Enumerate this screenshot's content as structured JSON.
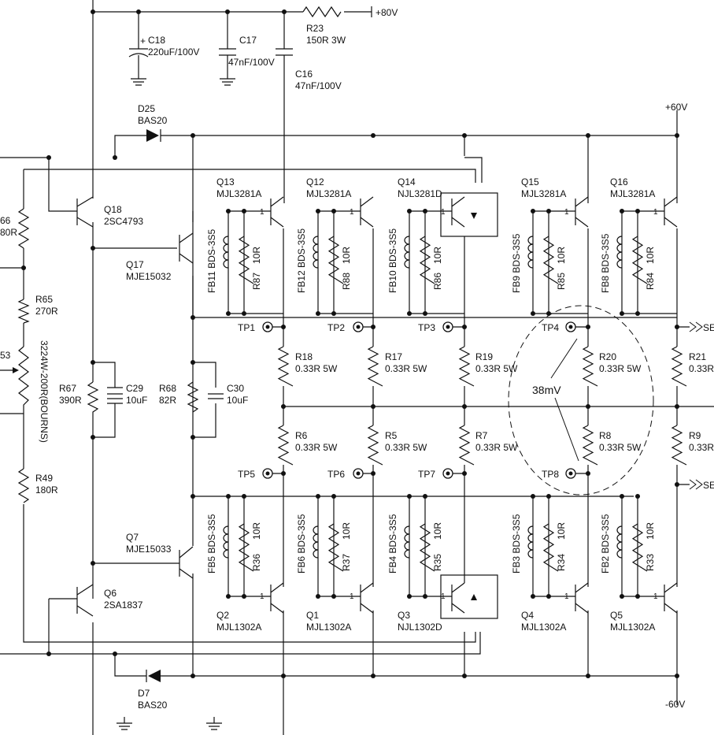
{
  "supplies": {
    "pos80": "+80V",
    "pos60": "+60V",
    "neg60": "-60V"
  },
  "capacitors": {
    "c18": {
      "ref": "C18",
      "value": "220uF/100V",
      "polarity": "+"
    },
    "c17": {
      "ref": "C17",
      "value": "47nF/100V"
    },
    "c16": {
      "ref": "C16",
      "value": "47nF/100V"
    },
    "c29": {
      "ref": "C29",
      "value": "10uF"
    },
    "c30": {
      "ref": "C30",
      "value": "10uF"
    }
  },
  "resistors": {
    "r23": {
      "ref": "R23",
      "value": "150R 3W"
    },
    "r66": {
      "ref": "66",
      "value": "80R"
    },
    "r65": {
      "ref": "R65",
      "value": "270R"
    },
    "pot": {
      "ref": "53",
      "value": "3224W-200R(BOURNS)"
    },
    "r49": {
      "ref": "R49",
      "value": "180R"
    },
    "r67": {
      "ref": "R67",
      "value": "390R"
    },
    "r68": {
      "ref": "R68",
      "value": "82R"
    },
    "upper": [
      {
        "ref": "R87"
      },
      {
        "ref": "R88"
      },
      {
        "ref": "R86"
      },
      {
        "ref": "R85"
      },
      {
        "ref": "R84"
      }
    ],
    "lower": [
      {
        "ref": "R36"
      },
      {
        "ref": "R37"
      },
      {
        "ref": "R35"
      },
      {
        "ref": "R34"
      },
      {
        "ref": "R33"
      }
    ],
    "damp_value": "10R",
    "emitter_top": [
      {
        "ref": "R18",
        "value": "0.33R 5W"
      },
      {
        "ref": "R17",
        "value": "0.33R 5W"
      },
      {
        "ref": "R19",
        "value": "0.33R 5W"
      },
      {
        "ref": "R20",
        "value": "0.33R 5W"
      },
      {
        "ref": "R21",
        "value": "0.33R"
      }
    ],
    "emitter_bottom": [
      {
        "ref": "R6",
        "value": "0.33R 5W"
      },
      {
        "ref": "R5",
        "value": "0.33R 5W"
      },
      {
        "ref": "R7",
        "value": "0.33R 5W"
      },
      {
        "ref": "R8",
        "value": "0.33R 5W"
      },
      {
        "ref": "R9",
        "value": "0.33R"
      }
    ]
  },
  "ferrites": {
    "upper": [
      "FB11 BDS-3S5",
      "FB12 BDS-3S5",
      "FB10 BDS-3S5",
      "FB9 BDS-3S5",
      "FB8 BDS-3S5"
    ],
    "lower": [
      "FB5 BDS-3S5",
      "FB6 BDS-3S5",
      "FB4 BDS-3S5",
      "FB3 BDS-3S5",
      "FB2 BDS-3S5"
    ]
  },
  "diodes": {
    "d25": {
      "ref": "D25",
      "part": "BAS20"
    },
    "d7": {
      "ref": "D7",
      "part": "BAS20"
    }
  },
  "transistors": {
    "q18": {
      "ref": "Q18",
      "part": "2SC4793"
    },
    "q17": {
      "ref": "Q17",
      "part": "MJE15032"
    },
    "q7": {
      "ref": "Q7",
      "part": "MJE15033"
    },
    "q6": {
      "ref": "Q6",
      "part": "2SA1837"
    },
    "upper": [
      {
        "ref": "Q13",
        "part": "MJL3281A"
      },
      {
        "ref": "Q12",
        "part": "MJL3281A"
      },
      {
        "ref": "Q14",
        "part": "NJL3281D"
      },
      {
        "ref": "Q15",
        "part": "MJL3281A"
      },
      {
        "ref": "Q16",
        "part": "MJL3281A"
      }
    ],
    "lower": [
      {
        "ref": "Q2",
        "part": "MJL1302A"
      },
      {
        "ref": "Q1",
        "part": "MJL1302A"
      },
      {
        "ref": "Q3",
        "part": "NJL1302D"
      },
      {
        "ref": "Q4",
        "part": "MJL1302A"
      },
      {
        "ref": "Q5",
        "part": "MJL1302A"
      }
    ]
  },
  "test_points": {
    "top": [
      "TP1",
      "TP2",
      "TP3",
      "TP4"
    ],
    "bottom": [
      "TP5",
      "TP6",
      "TP7",
      "TP8"
    ]
  },
  "annotation": {
    "voltage": "38mV"
  },
  "offpage": {
    "se1": "SE",
    "se2": "SE"
  },
  "colors": {
    "ink": "#111111",
    "background": "#ffffff"
  }
}
